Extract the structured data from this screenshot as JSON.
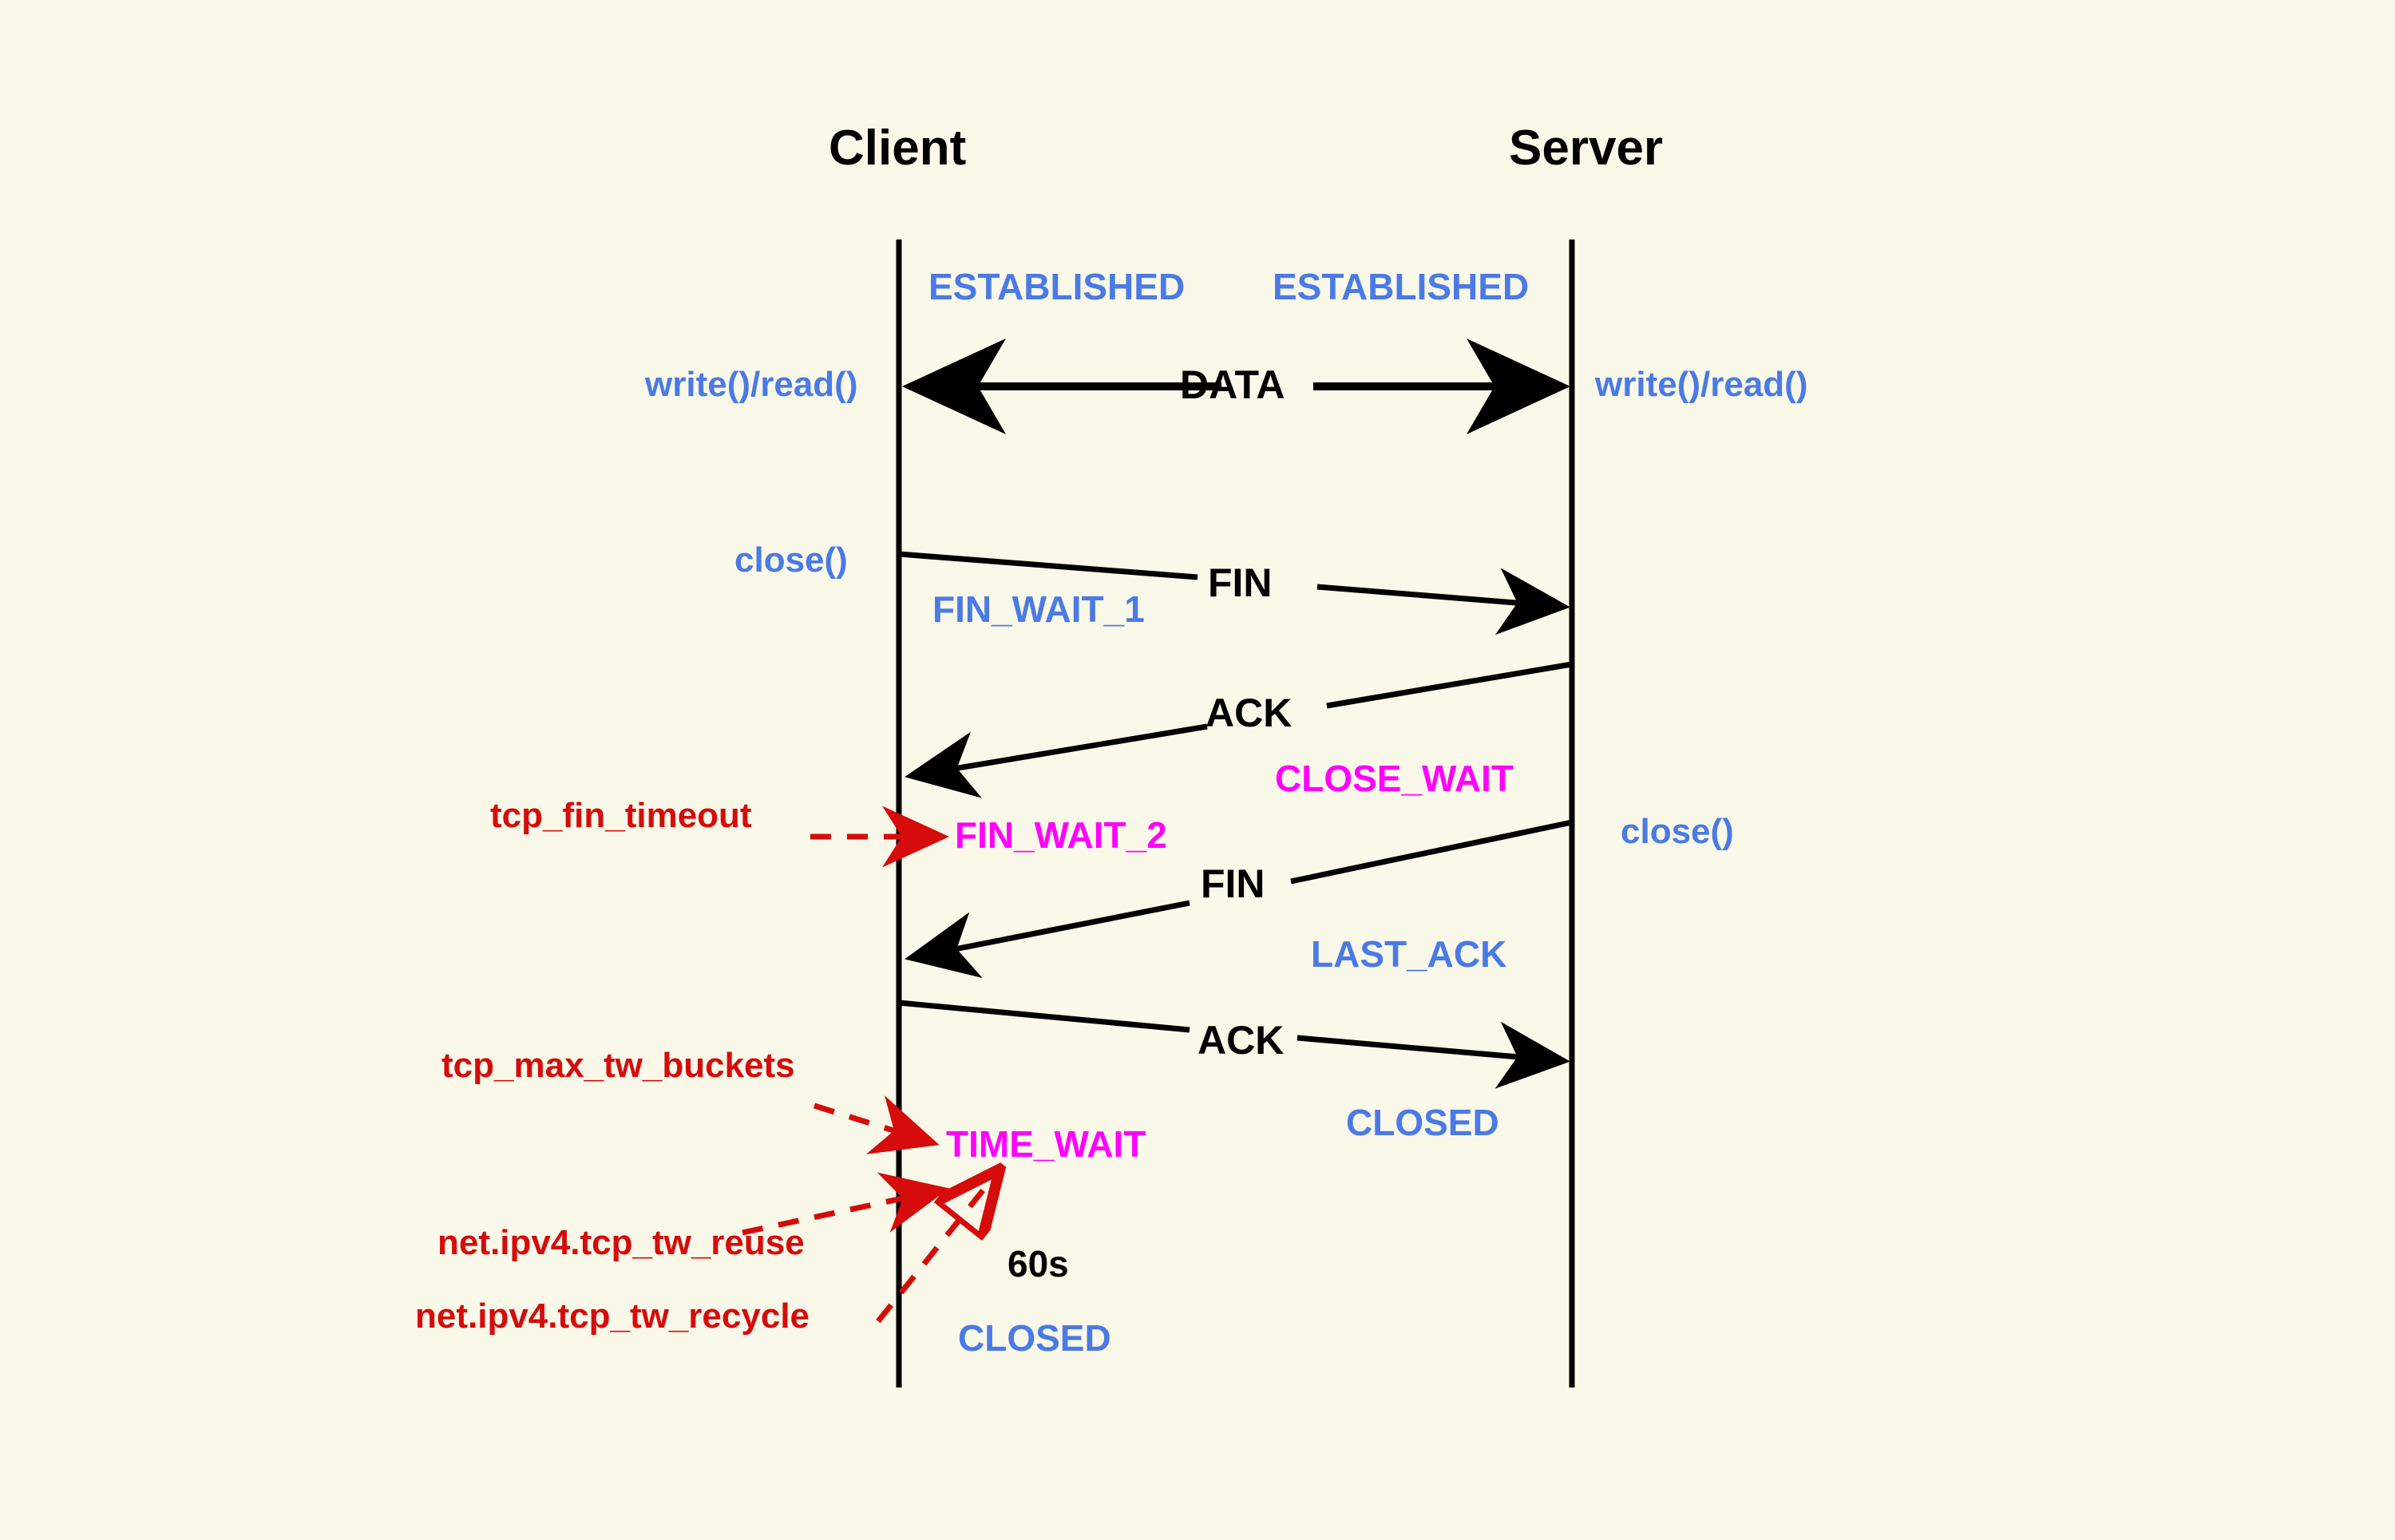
{
  "diagram": {
    "title": "TCP four-way close handshake (client / server state transitions)",
    "background_color": "#FAF8E8",
    "colors": {
      "state_blue": "#4A7AE8",
      "state_magenta": "#FF00FF",
      "sysctl_red": "#D60B0B",
      "line_black": "#000000"
    }
  },
  "actors": {
    "client": "Client",
    "server": "Server"
  },
  "client_states": [
    {
      "label": "ESTABLISHED",
      "color": "blue"
    },
    {
      "label": "FIN_WAIT_1",
      "color": "blue"
    },
    {
      "label": "FIN_WAIT_2",
      "color": "magenta"
    },
    {
      "label": "TIME_WAIT",
      "color": "magenta"
    },
    {
      "label": "CLOSED",
      "color": "blue"
    }
  ],
  "server_states": [
    {
      "label": "ESTABLISHED",
      "color": "blue"
    },
    {
      "label": "CLOSE_WAIT",
      "color": "magenta"
    },
    {
      "label": "LAST_ACK",
      "color": "blue"
    },
    {
      "label": "CLOSED",
      "color": "blue"
    }
  ],
  "api_calls": {
    "client_write_read": "write()/read()",
    "server_write_read": "write()/read()",
    "client_close": "close()",
    "server_close": "close()"
  },
  "messages": [
    {
      "name": "data",
      "label": "DATA",
      "direction": "bidirectional"
    },
    {
      "name": "fin-1",
      "label": "FIN",
      "direction": "client-to-server"
    },
    {
      "name": "ack-1",
      "label": "ACK",
      "direction": "server-to-client"
    },
    {
      "name": "fin-2",
      "label": "FIN",
      "direction": "server-to-client"
    },
    {
      "name": "ack-2",
      "label": "ACK",
      "direction": "client-to-server"
    }
  ],
  "sysctl_annotations": [
    {
      "name": "tcp-fin-timeout",
      "label": "tcp_fin_timeout",
      "targets": "FIN_WAIT_2"
    },
    {
      "name": "tcp-max-tw-buckets",
      "label": "tcp_max_tw_buckets",
      "targets": "TIME_WAIT"
    },
    {
      "name": "tcp-tw-reuse",
      "label": "net.ipv4.tcp_tw_reuse",
      "targets": "TIME_WAIT"
    },
    {
      "name": "tcp-tw-recycle",
      "label": "net.ipv4.tcp_tw_recycle",
      "targets": "TIME_WAIT"
    }
  ],
  "timers": {
    "time_wait_duration": "60s"
  }
}
